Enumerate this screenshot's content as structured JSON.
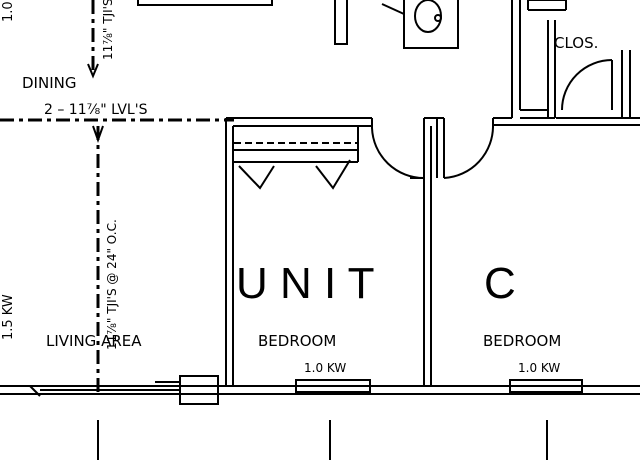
{
  "labels": {
    "dining": "DINING",
    "closet": "CLOS.",
    "beam": "2 – 11⅞\" LVL'S",
    "joists_dining": "11⅞\" TJI'S",
    "joists_living": "11⅞\" TJI'S @ 24\" O.C.",
    "living_area": "LIVING AREA",
    "unit": "U N I T",
    "unit_letter": "C",
    "bedroom_1": "BEDROOM",
    "bedroom_2": "BEDROOM",
    "heater_1": "1.0 KW",
    "heater_2": "1.0 KW",
    "heater_left": "1.5 KW",
    "top_left_fragment": "1.0"
  },
  "colors": {
    "line": "#000000",
    "background": "#ffffff"
  }
}
